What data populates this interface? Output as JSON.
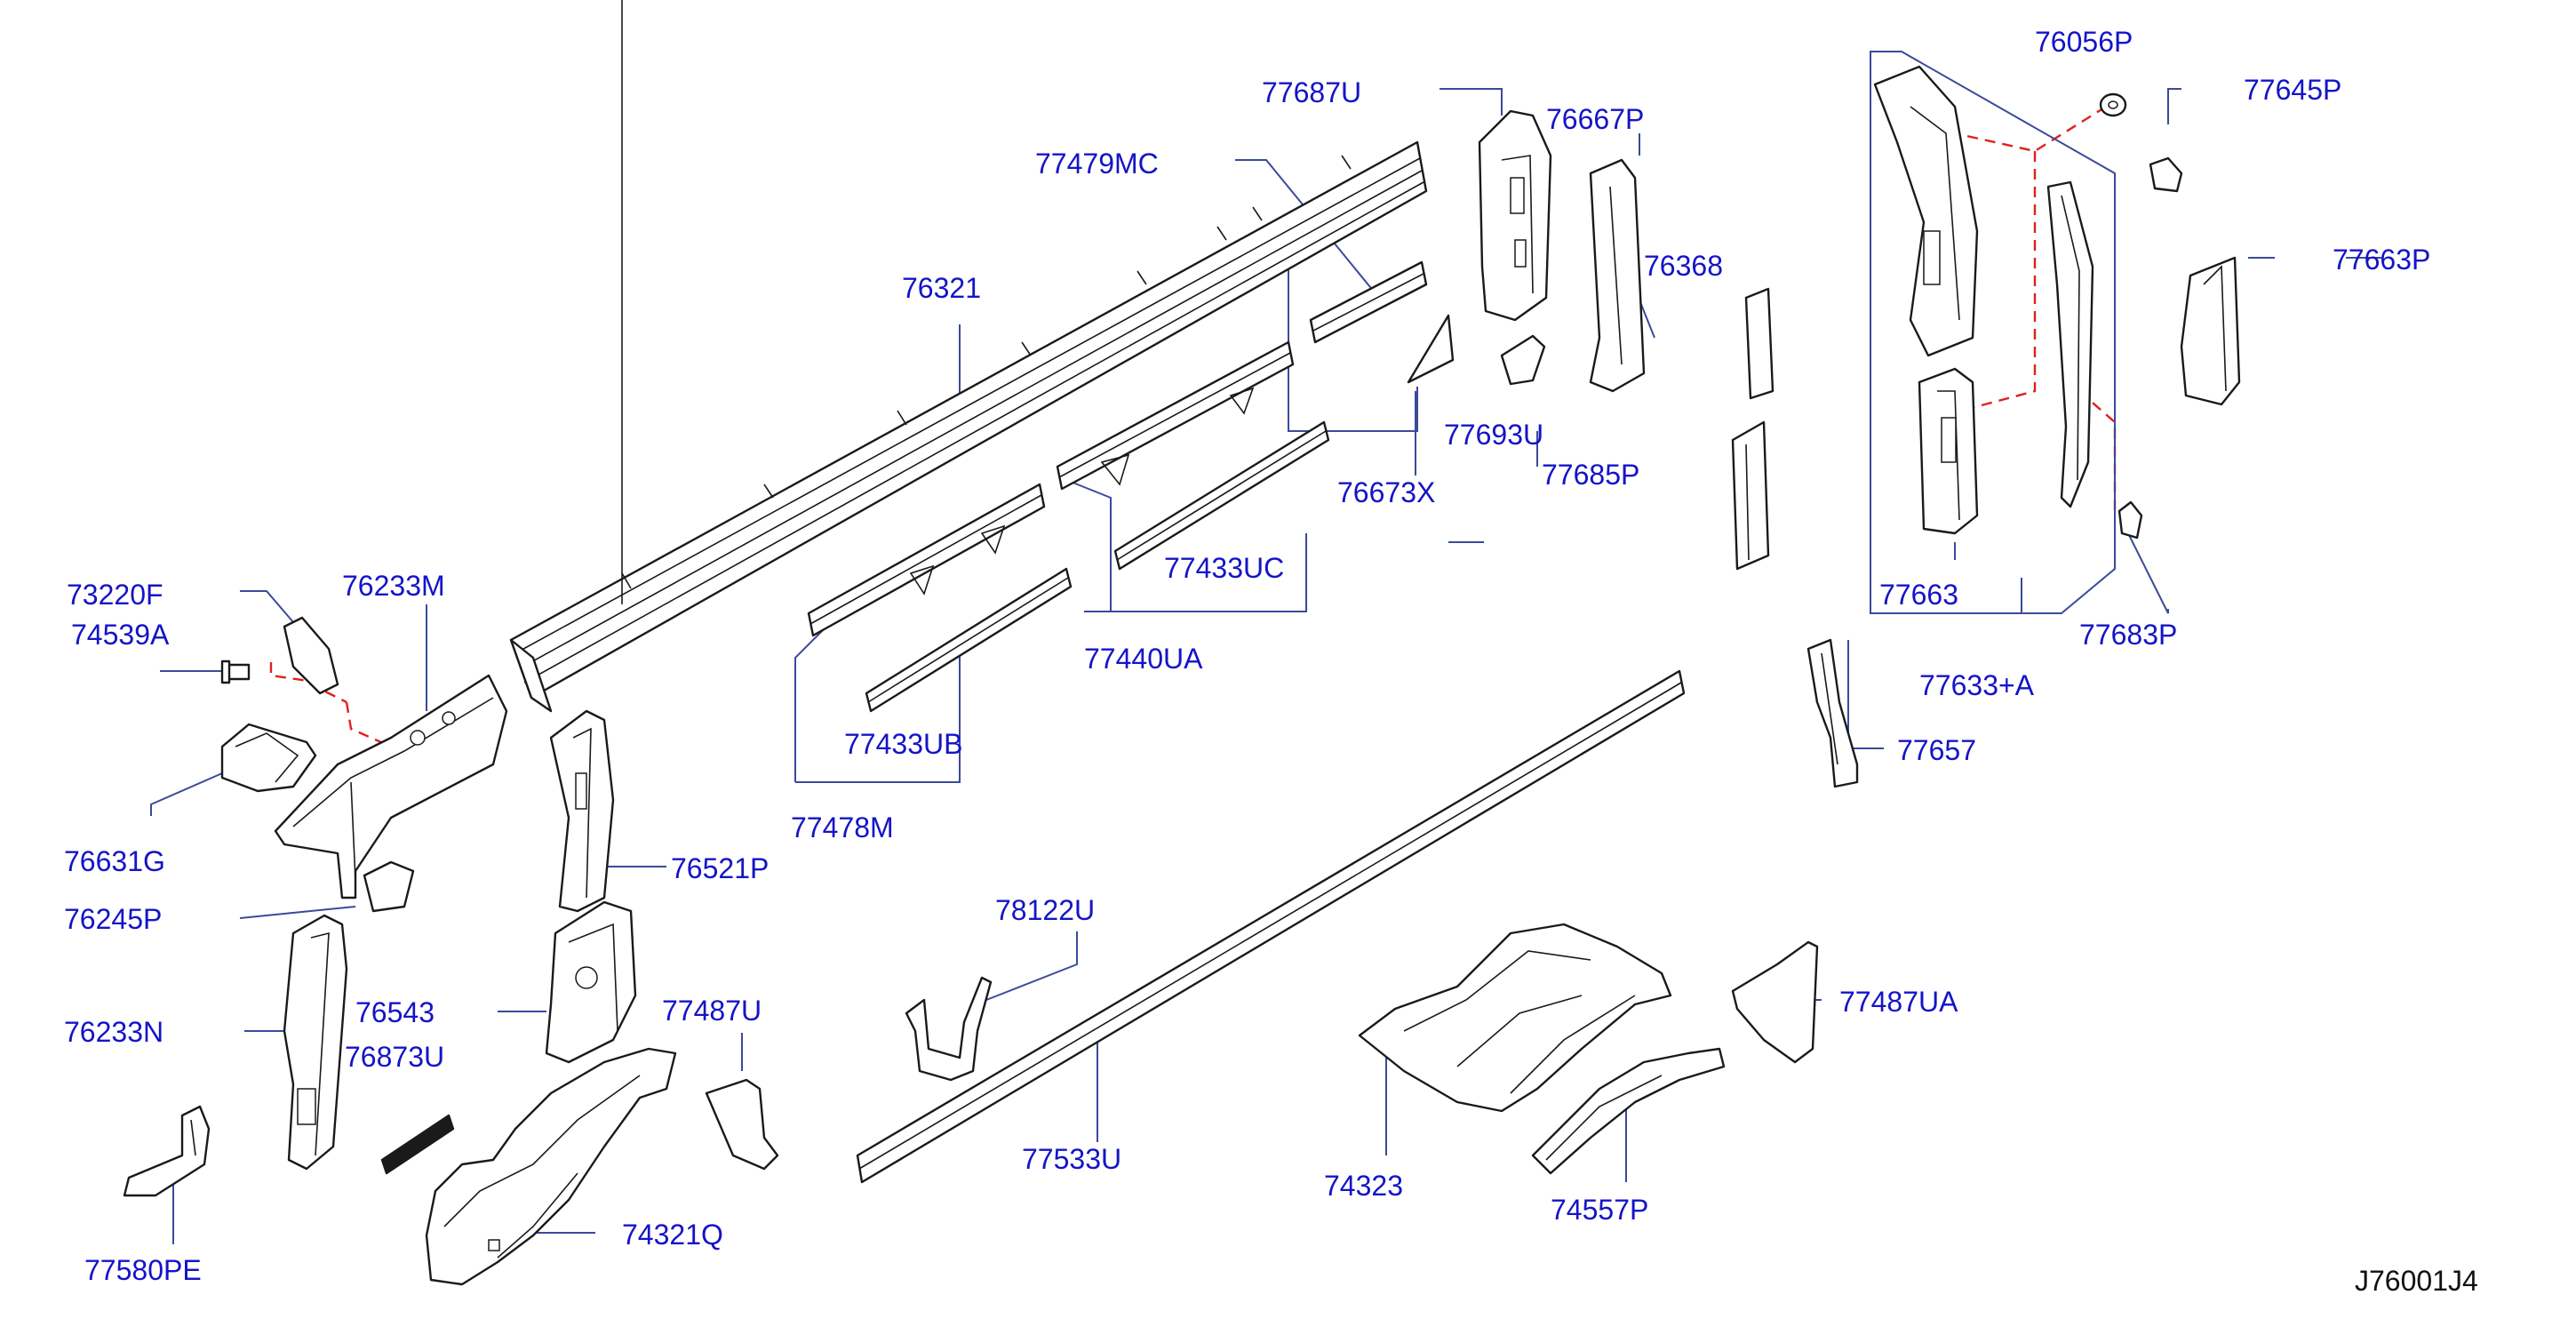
{
  "diagram": {
    "code": "J76001J4",
    "labels": {
      "p77687U": "77687U",
      "p76667P": "76667P",
      "p76056P": "76056P",
      "p77645P": "77645P",
      "p77479MC": "77479MC",
      "p76321": "76321",
      "p76368": "76368",
      "p77663P": "77663P",
      "p77693U": "77693U",
      "p76673X": "76673X",
      "p77685P": "77685P",
      "p77433UC": "77433UC",
      "p77440UA": "77440UA",
      "p77663": "77663",
      "p77683P": "77683P",
      "p77633A": "77633+A",
      "p73220F": "73220F",
      "p74539A": "74539A",
      "p76233M": "76233M",
      "p77433UB": "77433UB",
      "p77657": "77657",
      "p76631G": "76631G",
      "p77478M": "77478M",
      "p76521P": "76521P",
      "p76245P": "76245P",
      "p78122U": "78122U",
      "p76543": "76543",
      "p77487U": "77487U",
      "p77487UA": "77487UA",
      "p76233N": "76233N",
      "p76873U": "76873U",
      "p77533U": "77533U",
      "p74323": "74323",
      "p74557P": "74557P",
      "p74321Q": "74321Q",
      "p77580PE": "77580PE"
    }
  }
}
